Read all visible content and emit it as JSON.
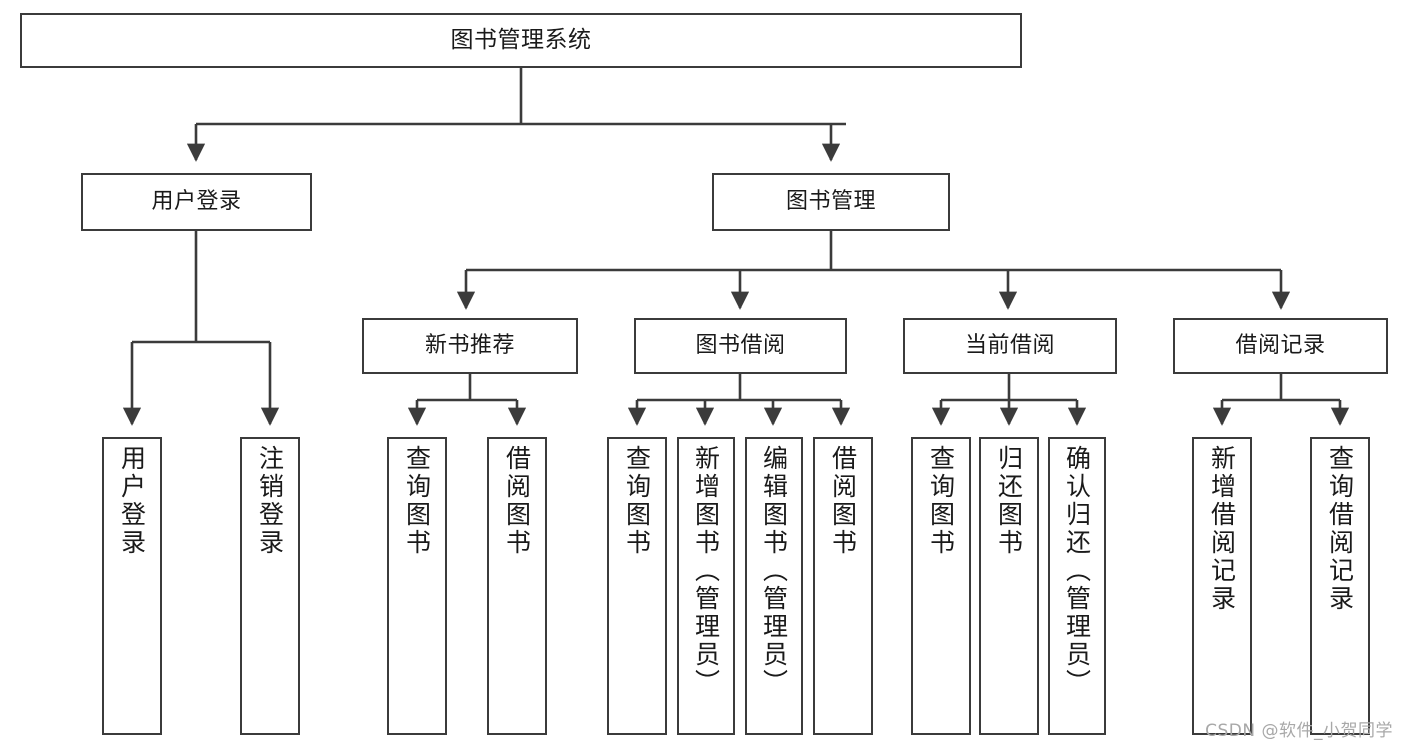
{
  "diagram": {
    "title": "图书管理系统",
    "type": "function-structure-tree",
    "root": {
      "label": "图书管理系统"
    },
    "level1": [
      {
        "id": "user-login",
        "label": "用户登录"
      },
      {
        "id": "book-management",
        "label": "图书管理"
      }
    ],
    "level2": [
      {
        "id": "new-book-recommend",
        "label": "新书推荐",
        "parent": "book-management"
      },
      {
        "id": "book-borrow",
        "label": "图书借阅",
        "parent": "book-management"
      },
      {
        "id": "current-borrow",
        "label": "当前借阅",
        "parent": "book-management"
      },
      {
        "id": "borrow-record",
        "label": "借阅记录",
        "parent": "book-management"
      }
    ],
    "leaves": [
      {
        "id": "leaf-user-login",
        "label": "用户登录",
        "parent": "user-login"
      },
      {
        "id": "leaf-logout-login",
        "label": "注销登录",
        "parent": "user-login"
      },
      {
        "id": "leaf-query-book-1",
        "label": "查询图书",
        "parent": "new-book-recommend"
      },
      {
        "id": "leaf-borrow-book-1",
        "label": "借阅图书",
        "parent": "new-book-recommend"
      },
      {
        "id": "leaf-query-book-2",
        "label": "查询图书",
        "parent": "book-borrow"
      },
      {
        "id": "leaf-add-book",
        "label": "新增图书（管理员）",
        "parent": "book-borrow"
      },
      {
        "id": "leaf-edit-book",
        "label": "编辑图书（管理员）",
        "parent": "book-borrow"
      },
      {
        "id": "leaf-borrow-book-2",
        "label": "借阅图书",
        "parent": "book-borrow"
      },
      {
        "id": "leaf-query-book-3",
        "label": "查询图书",
        "parent": "current-borrow"
      },
      {
        "id": "leaf-return-book",
        "label": "归还图书",
        "parent": "current-borrow"
      },
      {
        "id": "leaf-confirm-return",
        "label": "确认归还（管理员）",
        "parent": "current-borrow"
      },
      {
        "id": "leaf-add-record",
        "label": "新增借阅记录",
        "parent": "borrow-record"
      },
      {
        "id": "leaf-query-record",
        "label": "查询借阅记录",
        "parent": "borrow-record"
      }
    ],
    "colors": {
      "box_border": "#3b3b3b",
      "box_fill": "#ffffff",
      "connector": "#3b3b3b",
      "text": "#1a1a1a",
      "watermark": "#a8a8a8",
      "background": "#ffffff"
    }
  },
  "watermark": {
    "text": "CSDN @软件_小贺同学"
  }
}
